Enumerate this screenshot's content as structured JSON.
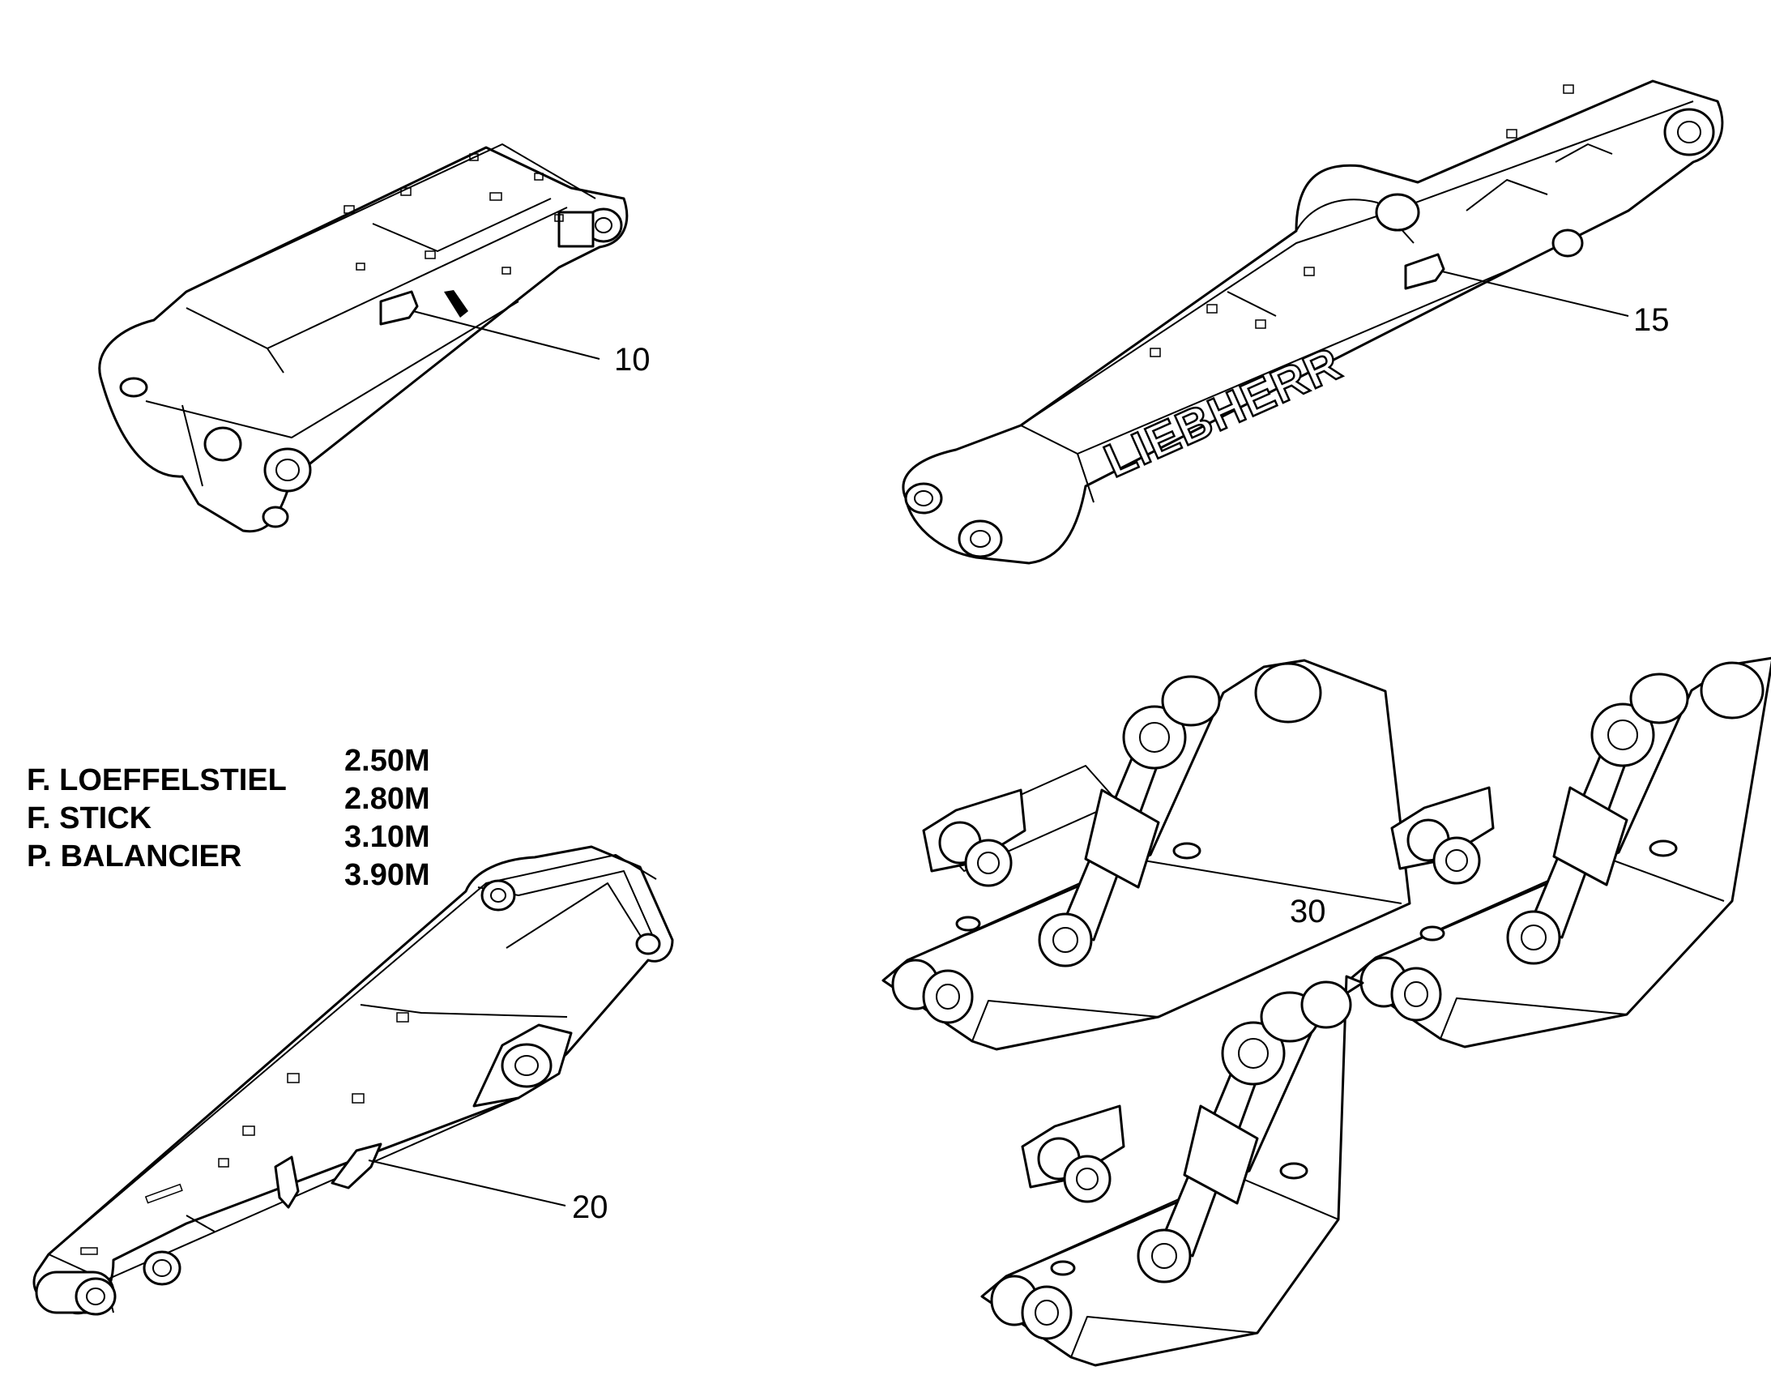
{
  "callouts": {
    "c10": "10",
    "c15": "15",
    "c20": "20",
    "c30": "30"
  },
  "legend": {
    "lines": [
      "F. LOEFFELSTIEL",
      "F. STICK",
      "P. BALANCIER"
    ],
    "lengths": [
      "2.50M",
      "2.80M",
      "3.10M",
      "3.90M"
    ]
  },
  "brand_text": "LIEBHERR"
}
